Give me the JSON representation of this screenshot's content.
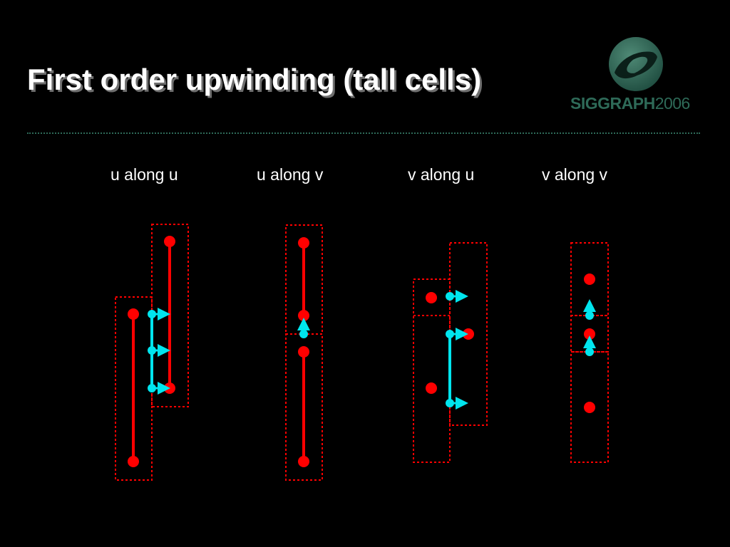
{
  "slide": {
    "title": "First order upwinding (tall cells)"
  },
  "logo": {
    "brand": "SIGGRAPH",
    "year": "2006",
    "icon": "siggraph-swirl-icon"
  },
  "columns": [
    {
      "label": "u along u"
    },
    {
      "label": "u along v"
    },
    {
      "label": "v along u"
    },
    {
      "label": "v along v"
    }
  ],
  "colors": {
    "background": "#000000",
    "title": "#ffffff",
    "cell_border": "#ff0000",
    "sample_point": "#ff0000",
    "velocity": "#00e5ee",
    "logo": "#2e6a58"
  }
}
